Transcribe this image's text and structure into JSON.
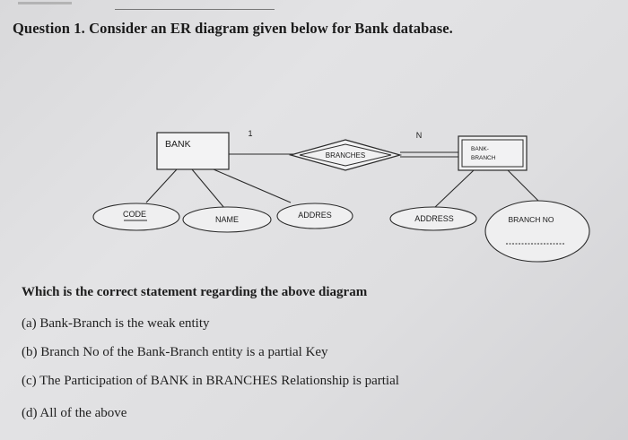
{
  "question": {
    "title": "Question 1. Consider an ER diagram given below for Bank database."
  },
  "diagram": {
    "entities": {
      "bank": "BANK",
      "bank_branch_line1": "BANK-",
      "bank_branch_line2": "BRANCH"
    },
    "relationship": "BRANCHES",
    "cardinality": {
      "left": "1",
      "right": "N"
    },
    "attributes": {
      "code": "CODE",
      "name": "NAME",
      "addres": "ADDRES",
      "address": "ADDRESS",
      "branch_no": "BRANCH NO"
    }
  },
  "prompt": "Which is the correct statement regarding the above diagram",
  "options": [
    "(a) Bank-Branch is the weak entity",
    "(b) Branch No of the Bank-Branch entity is a partial Key",
    "(c) The Participation of BANK in BRANCHES Relationship is partial",
    "(d) All of the above"
  ]
}
